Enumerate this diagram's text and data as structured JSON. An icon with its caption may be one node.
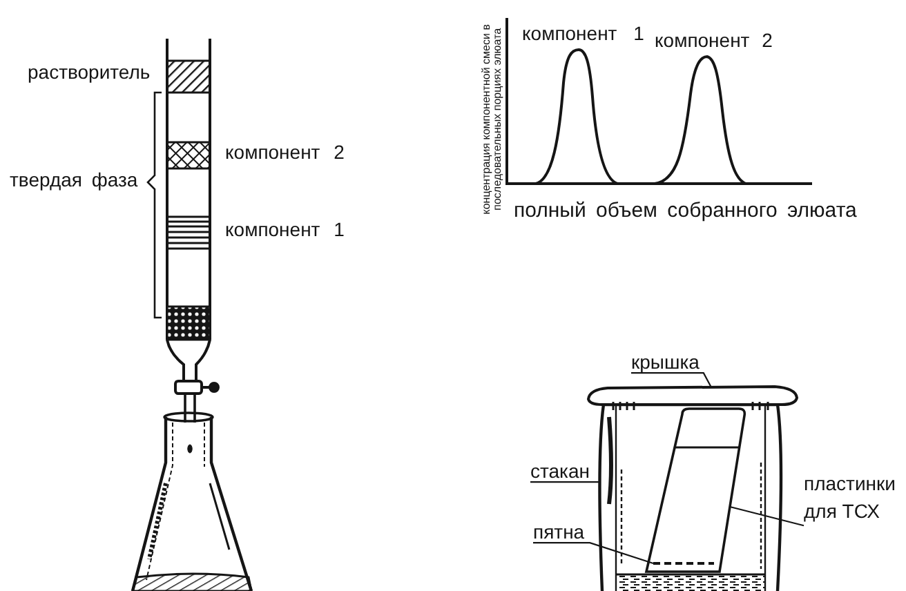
{
  "diagram": {
    "nodes": [
      {
        "text": [
          "крышка"
        ]
      },
      {
        "text": [
          "стакан"
        ]
      },
      {
        "text": [
          "пластинки для ТСХ"
        ]
      },
      {
        "text": [
          "пятна"
        ]
      },
      {
        "text": [],
        "shape": "bar"
      },
      {
        "text": [],
        "shape": "picture"
      },
      {
        "text": [],
        "shape": "box",
        "in": 5
      },
      {
        "text": [],
        "shape": "line",
        "in": 6
      }
    ],
    "edges": [
      {
        "from": 0,
        "to": 4,
        "arrow": "none"
      },
      {
        "from": 1,
        "to": 5,
        "arrow": "none"
      },
      {
        "from": 2,
        "to": 6,
        "arrow": "none"
      },
      {
        "from": 3,
        "to": 7,
        "arrow": "none"
      }
    ],
    "labels": [
      "растворитель",
      "твердая фаза",
      "компонент 2",
      "компонент 1",
      "концентрация компонентной смеси в последовательных порциях элюата",
      "компонент 1",
      "компонент 2",
      "полный объем собранного элюата"
    ]
  }
}
